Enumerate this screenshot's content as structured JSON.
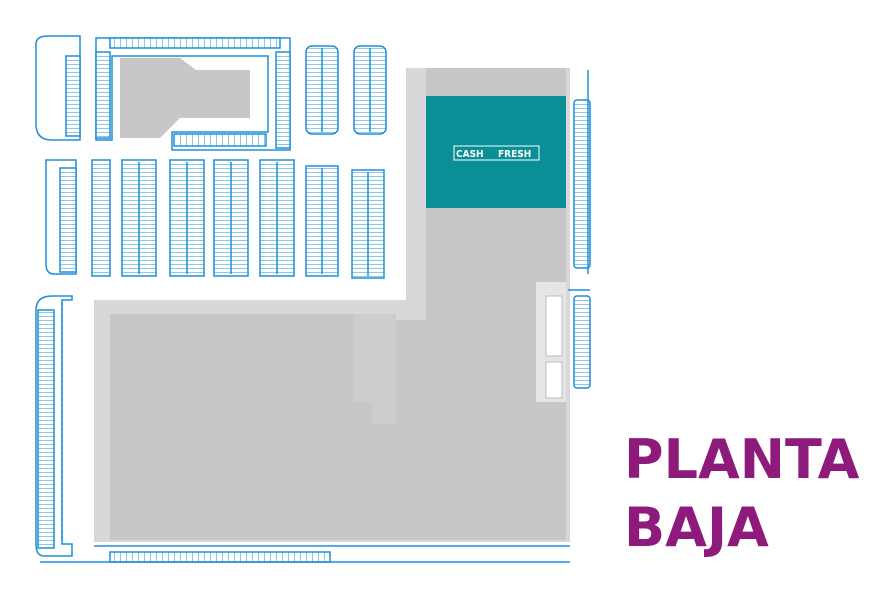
{
  "floor": {
    "line1": "PLANTA",
    "line2": "BAJA"
  },
  "store": {
    "name": "CASH FRESH",
    "left": "CASH",
    "right": "FRESH"
  },
  "colors": {
    "parking_line": "#1e8fd6",
    "building": "#c9c6c8",
    "building_light": "#d9d7d9",
    "store": "#0a8f97",
    "label": "#8e1b7c"
  }
}
